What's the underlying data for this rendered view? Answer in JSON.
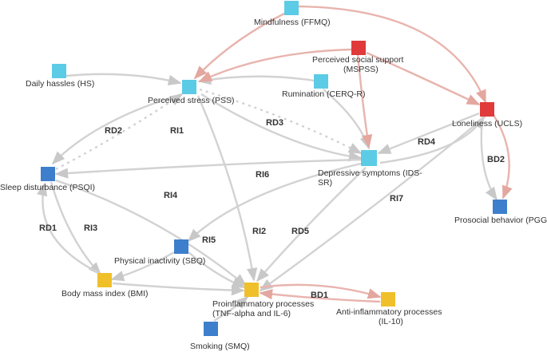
{
  "colors": {
    "light_blue": "#5ccbe6",
    "dark_blue": "#3d7fcc",
    "red": "#e03a3a",
    "yellow": "#f0c02a",
    "edge_gray": "#cfcfcf",
    "edge_pink": "#e8b4ae"
  },
  "nodes": {
    "ffmq": {
      "label": "Mindfulness (FFMQ)",
      "category": "light_blue"
    },
    "mspss": {
      "label_line1": "Perceived social support",
      "label_line2": "(MSPSS)",
      "category": "red"
    },
    "hs": {
      "label": "Daily hassles (HS)",
      "category": "light_blue"
    },
    "pss": {
      "label": "Perceived stress (PSS)",
      "category": "light_blue"
    },
    "cerq": {
      "label": "Rumination (CERQ-R)",
      "category": "light_blue"
    },
    "ucls": {
      "label": "Loneliness (UCLS)",
      "category": "red"
    },
    "ids": {
      "label_line1": "Depressive symptoms (IDS-",
      "label_line2": "SR)",
      "category": "light_blue"
    },
    "psqi": {
      "label": "Sleep disturbance (PSQI)",
      "category": "dark_blue"
    },
    "pgg": {
      "label": "Prosocial behavior (PGG)",
      "category": "dark_blue"
    },
    "sbq": {
      "label": "Physical inactivity (SBQ)",
      "category": "dark_blue"
    },
    "bmi": {
      "label": "Body mass index (BMI)",
      "category": "yellow"
    },
    "tnf": {
      "label_line1": "Proinflammatory processes",
      "label_line2": "(TNF-alpha and IL-6)",
      "category": "yellow"
    },
    "il10": {
      "label_line1": "Anti-inflammatory processes",
      "label_line2": "(IL-10)",
      "category": "yellow"
    },
    "smq": {
      "label": "Smoking (SMQ)",
      "category": "dark_blue"
    }
  },
  "relations": {
    "rd2": "RD2",
    "ri1": "RI1",
    "rd3": "RD3",
    "rd4": "RD4",
    "bd2": "BD2",
    "ri6": "RI6",
    "ri4": "RI4",
    "rd1": "RD1",
    "ri3": "RI3",
    "ri5": "RI5",
    "ri2": "RI2",
    "rd5": "RD5",
    "ri7": "RI7",
    "bd1": "BD1"
  }
}
